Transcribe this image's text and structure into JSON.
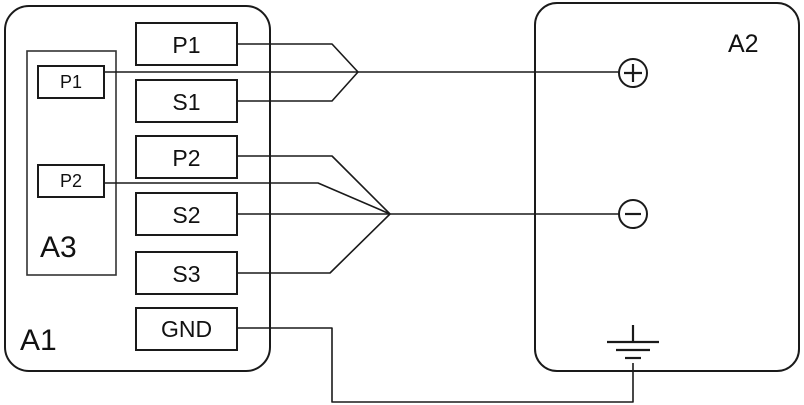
{
  "unit_a1": {
    "label": "A1"
  },
  "unit_a2": {
    "label": "A2"
  },
  "unit_a3": {
    "label": "A3"
  },
  "a1_terminals": [
    {
      "label": "P1"
    },
    {
      "label": "S1"
    },
    {
      "label": "P2"
    },
    {
      "label": "S2"
    },
    {
      "label": "S3"
    },
    {
      "label": "GND"
    }
  ],
  "a3_terminals": [
    {
      "label": "P1"
    },
    {
      "label": "P2"
    }
  ],
  "a2_contacts": {
    "plus_symbol": "+",
    "minus_symbol": "−",
    "ground_icon": "ground-icon"
  }
}
